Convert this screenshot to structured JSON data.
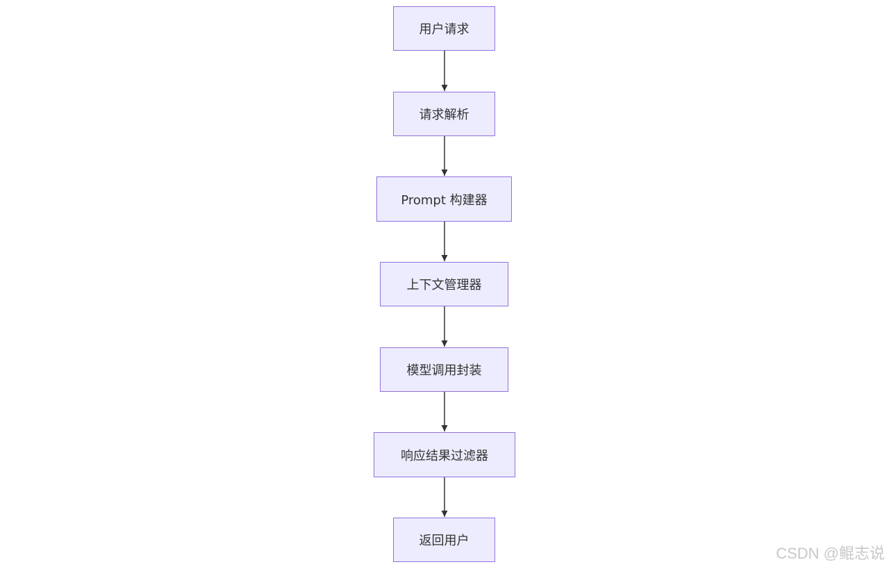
{
  "diagram": {
    "nodes": [
      {
        "id": "n0",
        "label": "用户请求"
      },
      {
        "id": "n1",
        "label": "请求解析"
      },
      {
        "id": "n2",
        "label": "Prompt 构建器"
      },
      {
        "id": "n3",
        "label": "上下文管理器"
      },
      {
        "id": "n4",
        "label": "模型调用封装"
      },
      {
        "id": "n5",
        "label": "响应结果过滤器"
      },
      {
        "id": "n6",
        "label": "返回用户"
      }
    ],
    "edges": [
      {
        "from": "n0",
        "to": "n1"
      },
      {
        "from": "n1",
        "to": "n2"
      },
      {
        "from": "n2",
        "to": "n3"
      },
      {
        "from": "n3",
        "to": "n4"
      },
      {
        "from": "n4",
        "to": "n5"
      },
      {
        "from": "n5",
        "to": "n6"
      }
    ],
    "colors": {
      "node_fill": "#ececfe",
      "node_border": "#9370db",
      "text": "#333333",
      "edge": "#333333"
    }
  },
  "watermark": "CSDN @鲲志说"
}
